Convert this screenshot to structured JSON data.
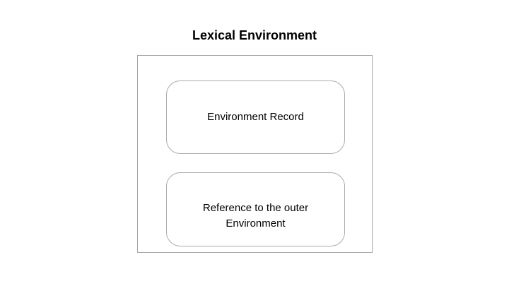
{
  "slide": {
    "title": "Lexical Environment",
    "boxes": [
      {
        "label": "Environment Record"
      },
      {
        "label": "Reference to the outer Environment"
      }
    ],
    "colors": {
      "background": "#ffffff",
      "outer_border": "#a6a6a6",
      "inner_border": "#ababab",
      "text": "#000000"
    }
  }
}
